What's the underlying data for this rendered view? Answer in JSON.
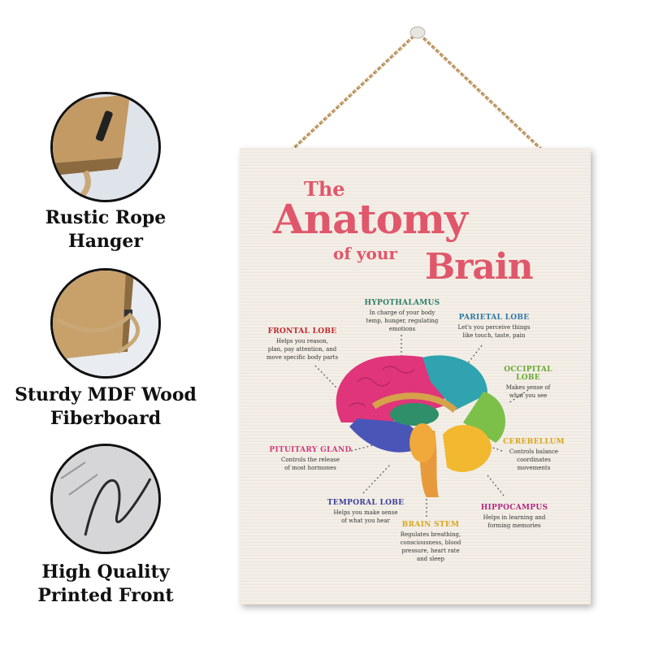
{
  "features": [
    {
      "label_line1": "Rustic Rope",
      "label_line2": "Hanger",
      "icon": "rope-hanger-photo"
    },
    {
      "label_line1": "Sturdy MDF Wood",
      "label_line2": "Fiberboard",
      "icon": "mdf-board-photo"
    },
    {
      "label_line1": "High Quality",
      "label_line2": "Printed Front",
      "icon": "printed-front-photo"
    }
  ],
  "poster": {
    "title_the": "The",
    "title_anatomy": "Anatomy",
    "title_ofyour": "of your",
    "title_brain": "Brain",
    "accent": "#e0576b",
    "regions": {
      "hypothalamus": {
        "name": "HYPOTHALAMUS",
        "desc1": "In charge of your body",
        "desc2": "temp, hunger, regulating",
        "desc3": "emotions",
        "color": "#2e7d6b"
      },
      "parietal": {
        "name": "PARIETAL LOBE",
        "desc1": "Let's you perceive things",
        "desc2": "like touch, taste, pain",
        "color": "#2a78a8"
      },
      "frontal": {
        "name": "FRONTAL LOBE",
        "desc1": "Helps you reason,",
        "desc2": "plan, pay attention, and",
        "desc3": "move specific body parts",
        "color": "#c0262f"
      },
      "occipital": {
        "name": "OCCIPITAL LOBE",
        "desc1": "Makes sense of",
        "desc2": "what you see",
        "color": "#6aa832"
      },
      "cerebellum": {
        "name": "CEREBELLUM",
        "desc1": "Controls balance",
        "desc2": "coordinates",
        "desc3": "movements",
        "color": "#d9a520"
      },
      "pituitary": {
        "name": "PITUITARY GLAND",
        "desc1": "Controls the release",
        "desc2": "of most hormones",
        "color": "#d23c7a"
      },
      "temporal": {
        "name": "TEMPORAL LOBE",
        "desc1": "Helps you make sense",
        "desc2": "of what you hear",
        "color": "#3a3f9a"
      },
      "hippocampus": {
        "name": "HIPPOCAMPUS",
        "desc1": "Helps in learning and",
        "desc2": "forming memories",
        "color": "#b02a7e"
      },
      "brainstem": {
        "name": "BRAIN STEM",
        "desc1": "Regulates breathing,",
        "desc2": "consciousness, blood",
        "desc3": "pressure, heart rate",
        "desc4": "and sleep",
        "color": "#d9a520"
      }
    }
  }
}
